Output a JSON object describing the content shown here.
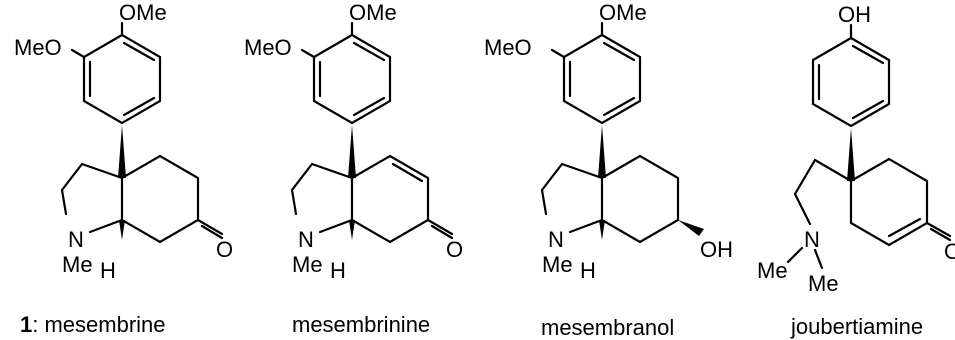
{
  "compounds": [
    {
      "number": "1",
      "name": ": mesembrine",
      "substituents": [
        "OMe",
        "MeO"
      ],
      "heteroatoms": [
        "N",
        "Me",
        "H",
        "O"
      ]
    },
    {
      "name": "mesembrinine",
      "substituents": [
        "OMe",
        "MeO"
      ],
      "heteroatoms": [
        "N",
        "Me",
        "H",
        "O"
      ]
    },
    {
      "name": "mesembranol",
      "substituents": [
        "OMe",
        "MeO"
      ],
      "heteroatoms": [
        "N",
        "Me",
        "H",
        "OH"
      ]
    },
    {
      "name": "joubertiamine",
      "substituents": [
        "OH"
      ],
      "heteroatoms": [
        "N",
        "Me",
        "Me",
        "O"
      ]
    }
  ]
}
